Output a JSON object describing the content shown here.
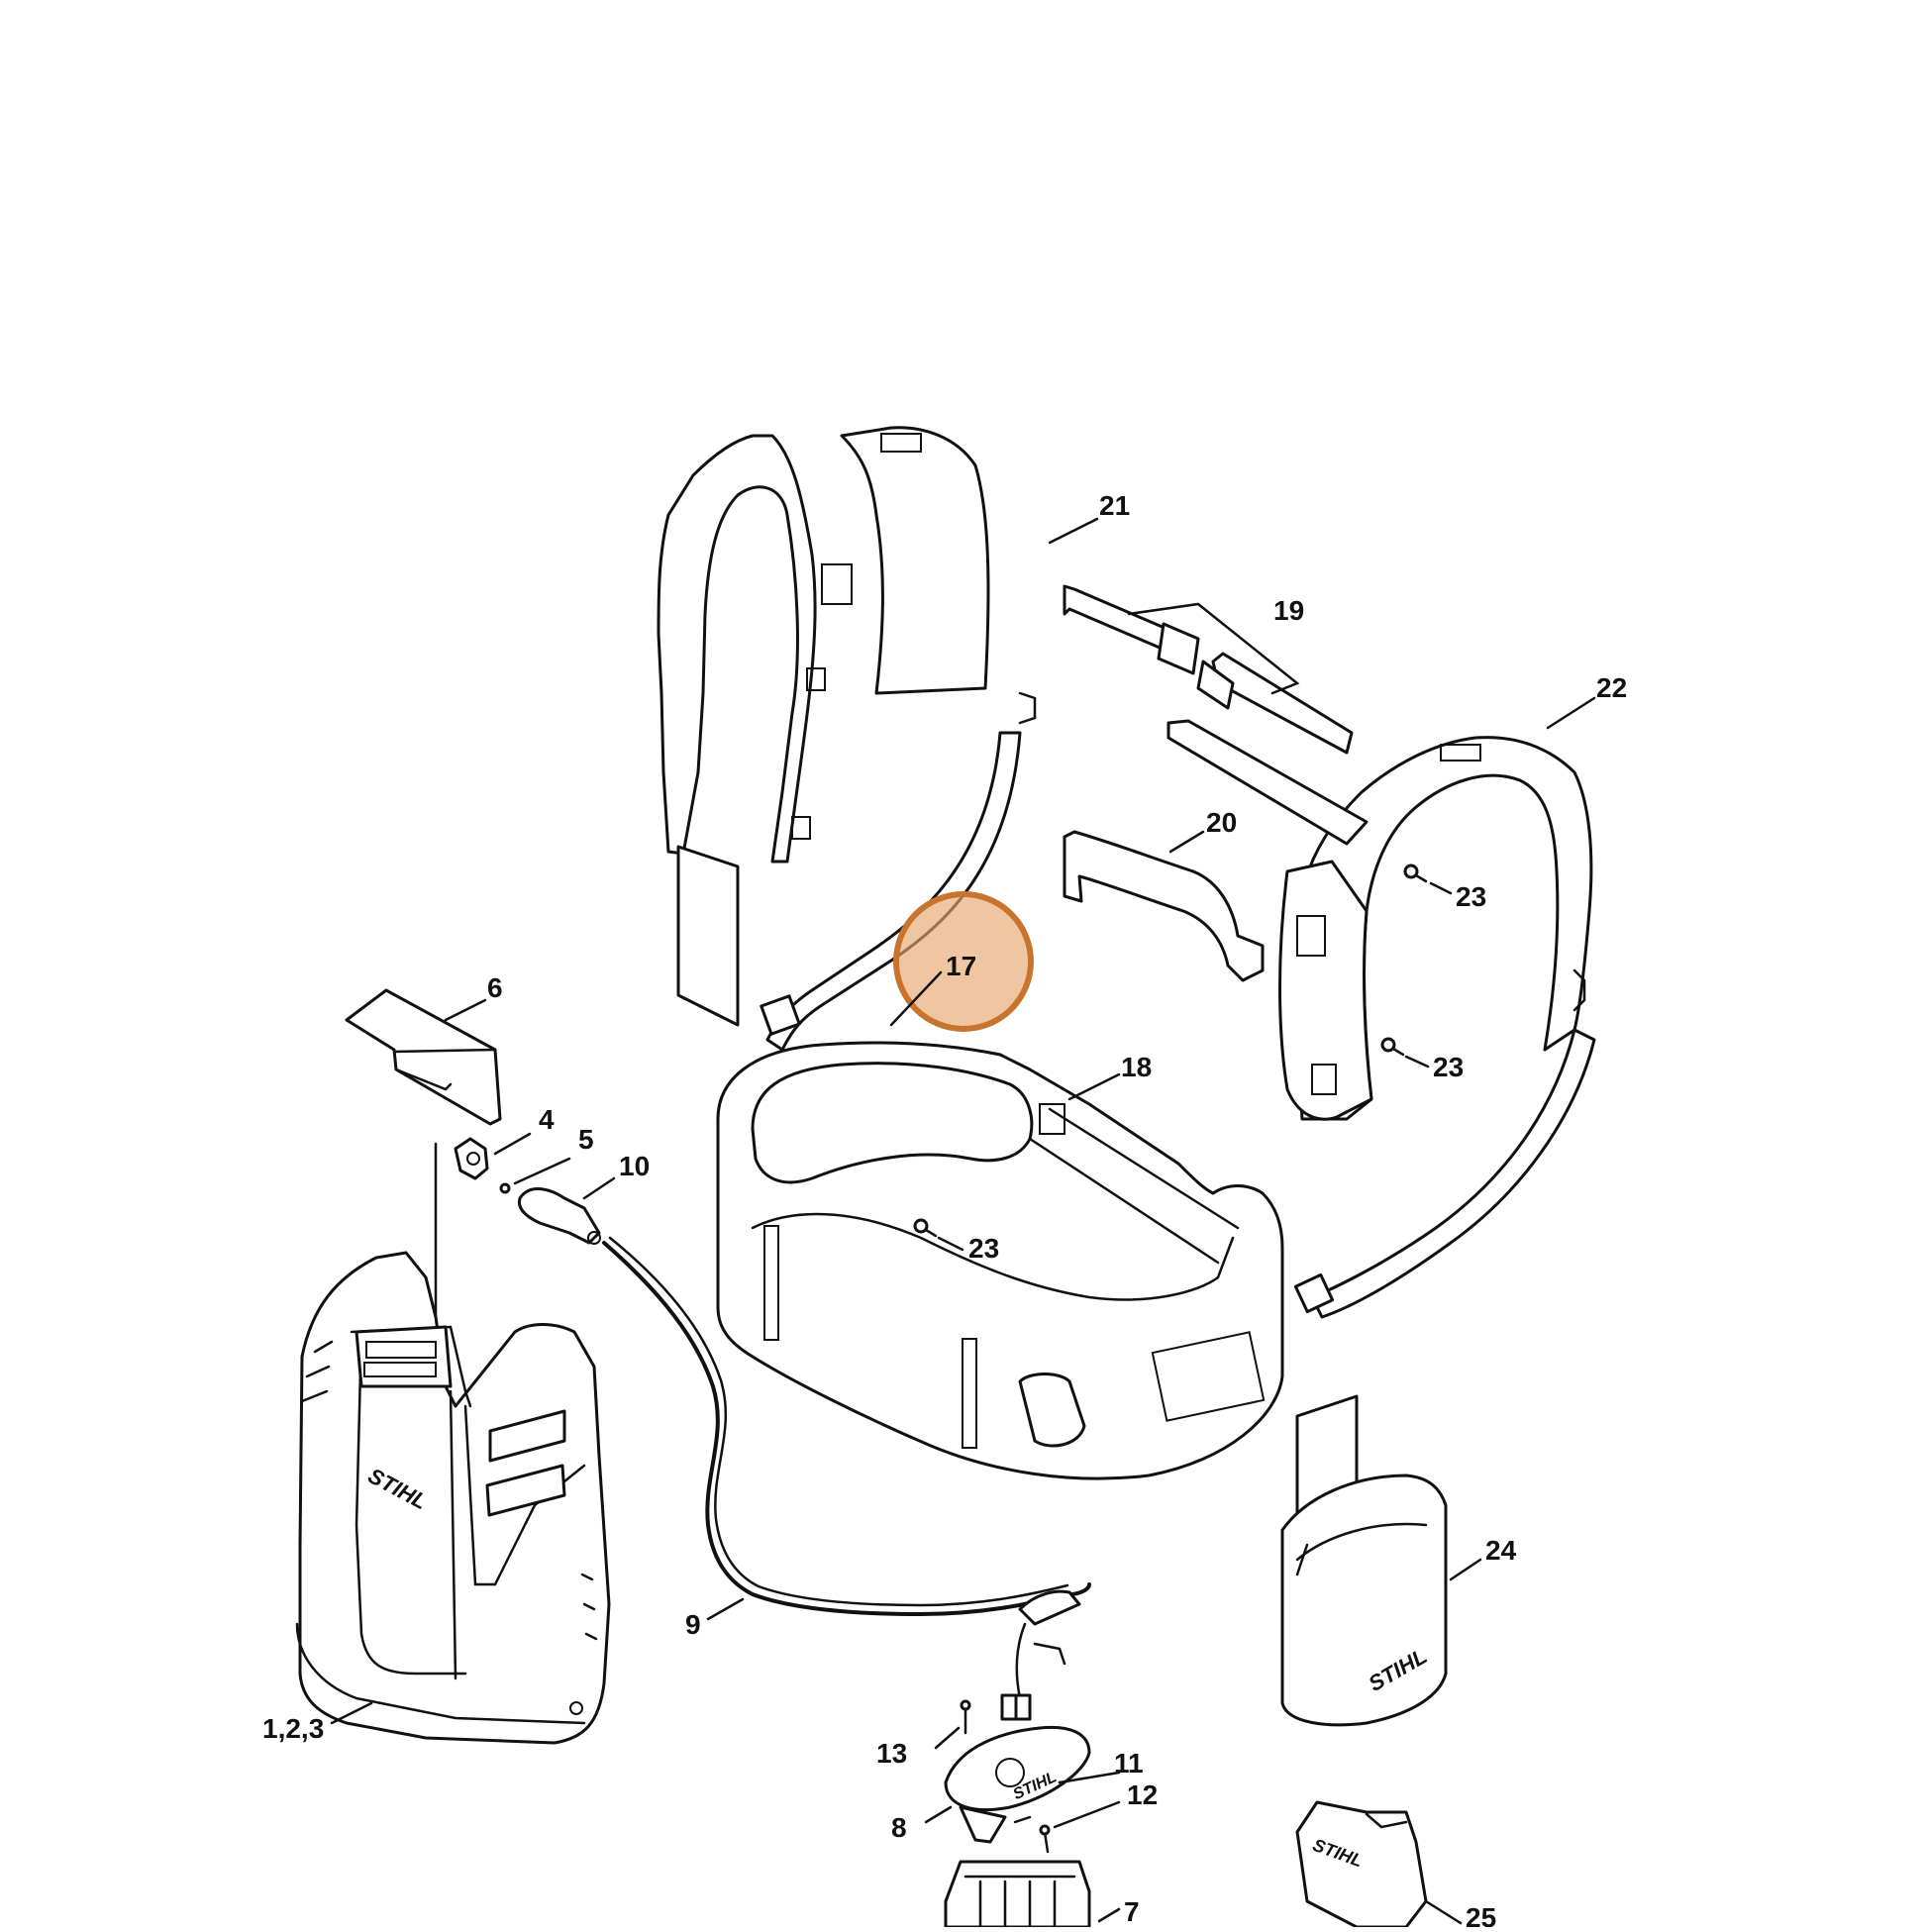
{
  "diagram": {
    "brand": "STIHL",
    "highlight_color": "#e8a66e",
    "highlighted_part": "17",
    "callouts": {
      "c1_2_3": "1,2,3",
      "c4": "4",
      "c5": "5",
      "c6": "6",
      "c7": "7",
      "c8": "8",
      "c9": "9",
      "c10": "10",
      "c11": "11",
      "c12": "12",
      "c13": "13",
      "c17": "17",
      "c18": "18",
      "c19": "19",
      "c20": "20",
      "c21": "21",
      "c22": "22",
      "c23a": "23",
      "c23b": "23",
      "c23c": "23",
      "c24": "24",
      "c25": "25"
    }
  }
}
